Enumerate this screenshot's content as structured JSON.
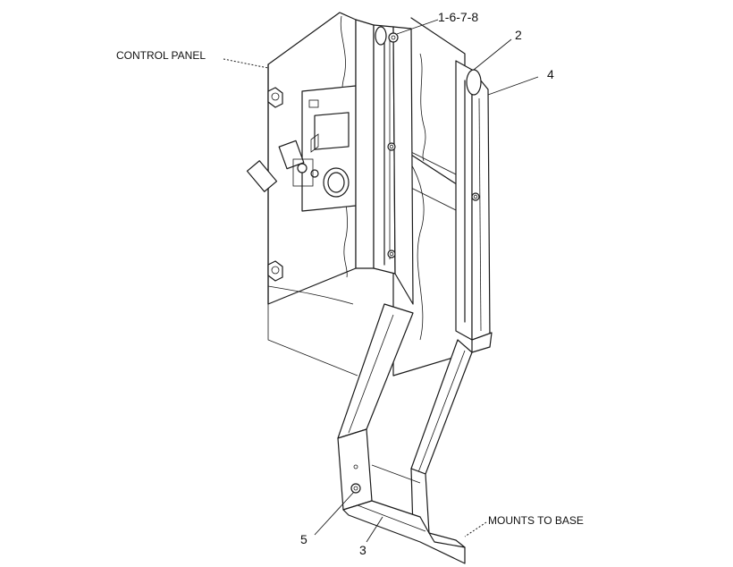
{
  "labels": {
    "control_panel": "CONTROL PANEL",
    "part_1": "1-6-7-8",
    "part_2": "2",
    "part_3": "3",
    "part_4": "4",
    "part_5": "5",
    "mounts_to_base": "MOUNTS TO BASE"
  }
}
